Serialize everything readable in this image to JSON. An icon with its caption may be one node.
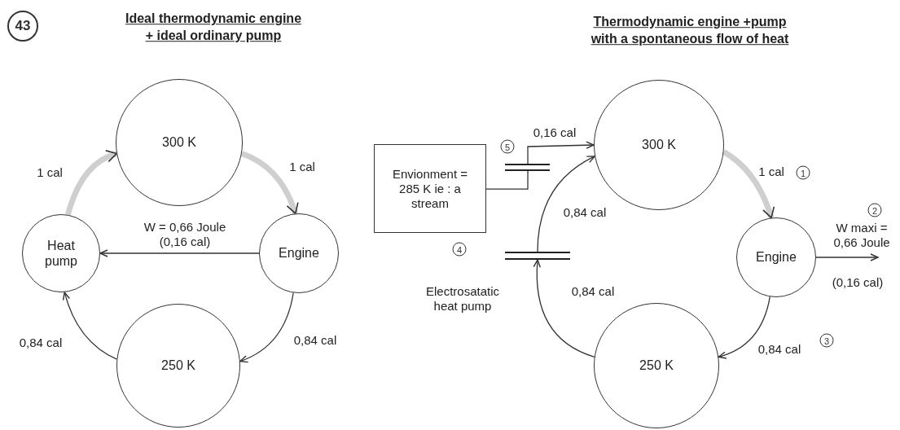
{
  "diagram": {
    "nodes": [
      {
        "text": [
          "300 K"
        ]
      },
      {
        "text": [
          "Heat pump"
        ]
      },
      {
        "text": [
          "Engine"
        ]
      },
      {
        "text": [
          "250 K"
        ]
      },
      {
        "text": [
          "Envionment = 285 K ie : a stream"
        ]
      },
      {
        "text": [],
        "shape": "bar"
      },
      {
        "text": [
          "300 K"
        ]
      },
      {
        "text": [],
        "shape": "bar",
        "beside": [
          "Electrosatatic heat pump"
        ]
      },
      {
        "text": [
          "Engine"
        ]
      },
      {
        "text": [
          "250 K"
        ]
      }
    ],
    "edges": [
      {
        "from": 1,
        "to": 0,
        "arrow": "to",
        "style": "thick",
        "color": "#cfcfcf",
        "label": "1 cal"
      },
      {
        "from": 0,
        "to": 2,
        "arrow": "to",
        "style": "thick",
        "color": "#cfcfcf",
        "label": "1 cal"
      },
      {
        "from": 2,
        "to": 1,
        "arrow": "to",
        "label": "W = 0,66 Joule (0,16 cal)"
      },
      {
        "from": 2,
        "to": 3,
        "arrow": "to",
        "label": "0,84 cal"
      },
      {
        "from": 3,
        "to": 1,
        "arrow": "to",
        "label": "0,84 cal"
      },
      {
        "from": 4,
        "to": 5,
        "arrow": "none"
      },
      {
        "from": 5,
        "to": 6,
        "arrow": "to",
        "label": "0,16 cal"
      },
      {
        "from": 6,
        "to": 8,
        "arrow": "to",
        "style": "thick",
        "color": "#cfcfcf",
        "label": "1 cal"
      },
      {
        "from": 8,
        "to": null,
        "arrow": "to",
        "label": "W maxi = 0,66 Joule"
      },
      {
        "from": 8,
        "to": 9,
        "arrow": "to",
        "label": "0,84 cal"
      },
      {
        "from": 9,
        "to": 7,
        "arrow": "to",
        "label": "0,84 cal"
      },
      {
        "from": 7,
        "to": 6,
        "arrow": "to",
        "label": "0,84 cal"
      }
    ],
    "labels": [
      "43",
      "Ideal thermodynamic engine + ideal ordinary pump",
      "Thermodynamic engine +pump with a spontaneous flow of heat",
      "5",
      "1",
      "2",
      "4",
      "(0,16 cal)",
      "3"
    ]
  }
}
